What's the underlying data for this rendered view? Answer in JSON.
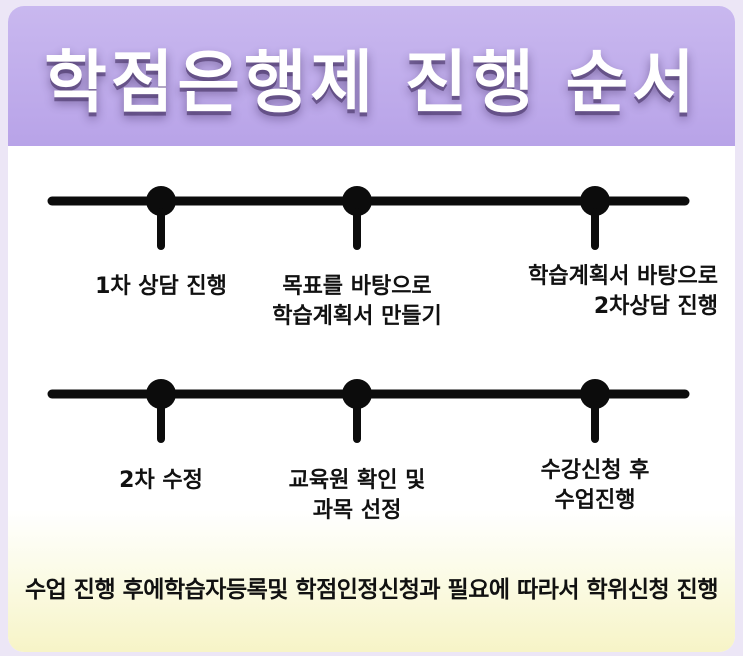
{
  "title": "학점은행제 진행 순서",
  "steps_row1": [
    {
      "label": "1차 상담 진행"
    },
    {
      "label": "목표를 바탕으로\n학습계획서 만들기"
    },
    {
      "label": "학습계획서 바탕으로\n2차상담 진행"
    }
  ],
  "steps_row2": [
    {
      "label": "2차 수정"
    },
    {
      "label": "교육원 확인 및\n과목 선정"
    },
    {
      "label": "수강신청 후\n수업진행"
    }
  ],
  "footer": "수업 진행 후에학습자등록및 학점인정신청과 필요에 따라서 학위신청 진행",
  "colors": {
    "header": "#b8a3e8",
    "line": "#0c0c0c",
    "footer_bg": "#f7f4c7"
  }
}
